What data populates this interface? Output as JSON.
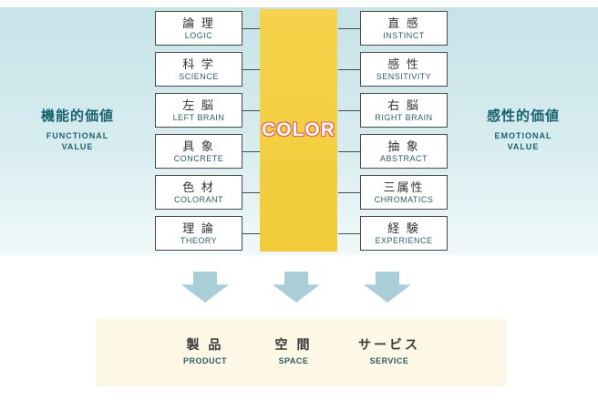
{
  "diagram": {
    "center_label": "COLOR",
    "left_side": {
      "title": "機能的価値",
      "subtitle_line1": "FUNCTIONAL",
      "subtitle_line2": "VALUE"
    },
    "right_side": {
      "title": "感性的価値",
      "subtitle_line1": "EMOTIONAL",
      "subtitle_line2": "VALUE"
    },
    "left_boxes": [
      {
        "jp": "論 理",
        "en": "LOGIC"
      },
      {
        "jp": "科 学",
        "en": "SCIENCE"
      },
      {
        "jp": "左 脳",
        "en": "LEFT BRAIN"
      },
      {
        "jp": "具 象",
        "en": "CONCRETE"
      },
      {
        "jp": "色 材",
        "en": "COLORANT"
      },
      {
        "jp": "理 論",
        "en": "THEORY"
      }
    ],
    "right_boxes": [
      {
        "jp": "直 感",
        "en": "INSTINCT"
      },
      {
        "jp": "感 性",
        "en": "SENSITIVITY"
      },
      {
        "jp": "右 脳",
        "en": "RIGHT BRAIN"
      },
      {
        "jp": "抽 象",
        "en": "ABSTRACT"
      },
      {
        "jp": "三属性",
        "en": "CHROMATICS"
      },
      {
        "jp": "経 験",
        "en": "EXPERIENCE"
      }
    ]
  },
  "outputs": {
    "items": [
      {
        "jp": "製 品",
        "en": "PRODUCT"
      },
      {
        "jp": "空 間",
        "en": "SPACE"
      },
      {
        "jp": "サービス",
        "en": "SERVICE"
      }
    ]
  },
  "colors": {
    "accent_yellow": "#f1cc39",
    "background_teal": "#c6e3e8",
    "arrow_blue": "#a9ced8",
    "cream": "#fcf8e5",
    "title_teal": "#19646f",
    "color_text_outline": "#ef5a4e"
  }
}
